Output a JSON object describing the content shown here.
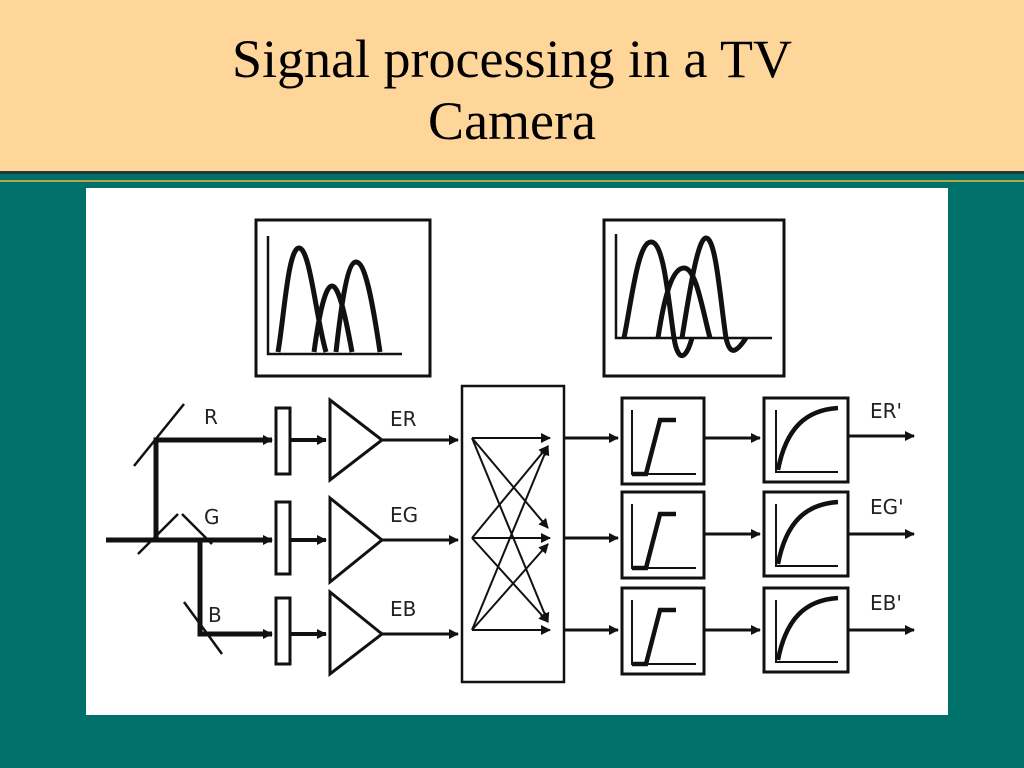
{
  "slide": {
    "title_line1": "Signal processing in a TV",
    "title_line2": "Camera"
  },
  "diagram": {
    "input_labels": {
      "r": "R",
      "g": "G",
      "b": "B"
    },
    "amp_outputs": {
      "r": "ER",
      "g": "EG",
      "b": "EB"
    },
    "final_outputs": {
      "r": "ER'",
      "g": "EG'",
      "b": "EB'"
    }
  },
  "colors": {
    "background": "#00706a",
    "title_band": "#ffd699",
    "figure_bg": "#ffffff",
    "ink": "#111111"
  }
}
